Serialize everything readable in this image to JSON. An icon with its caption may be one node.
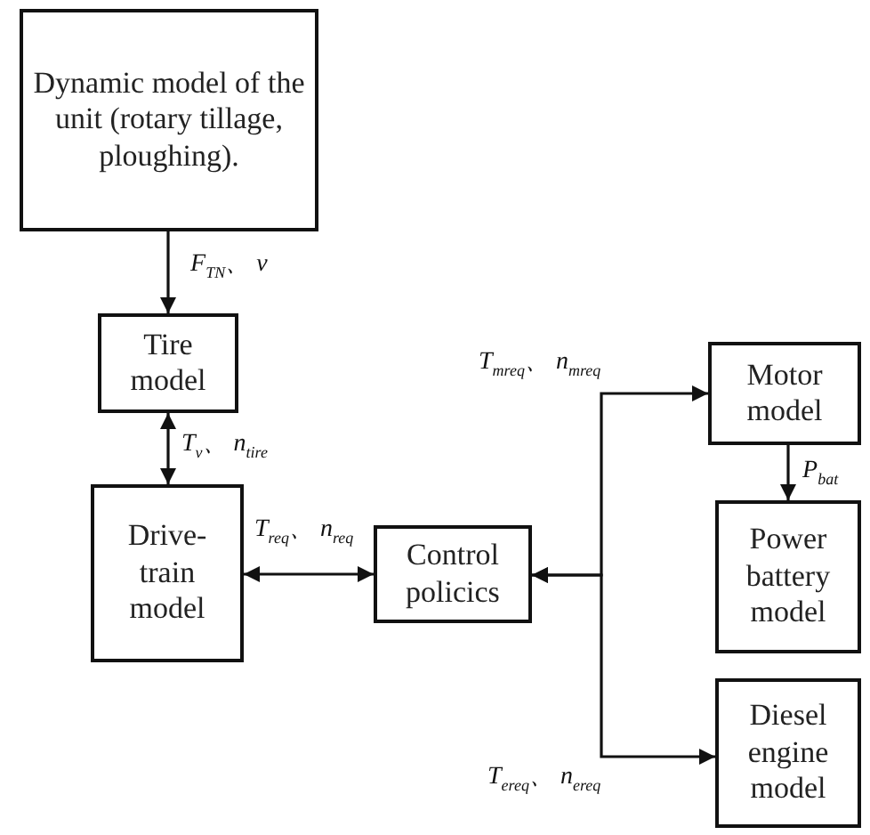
{
  "diagram": {
    "nodes": [
      {
        "text": [
          "Dynamic model of the unit (rotary tillage, ploughing)."
        ]
      },
      {
        "text": [
          "Tire model"
        ]
      },
      {
        "text": [
          "Drive-train model"
        ]
      },
      {
        "text": [
          "Control policics"
        ]
      },
      {
        "text": [
          "Motor model"
        ]
      },
      {
        "text": [
          "Power battery model"
        ]
      },
      {
        "text": [
          "Diesel engine model"
        ]
      }
    ],
    "edges": [
      {
        "from": 0,
        "to": 1,
        "arrow": "to",
        "label": "F$_{TN}$、 v"
      },
      {
        "from": 1,
        "to": 2,
        "arrow": "both",
        "label": "T$_{v}$、 n$_{tire}$"
      },
      {
        "from": 2,
        "to": 3,
        "arrow": "both",
        "label": "T$_{req}$、 n$_{req}$"
      },
      {
        "from": 3,
        "to": 4,
        "arrow": "both",
        "label": "T$_{mreq}$、 n$_{mreq}$"
      },
      {
        "from": 3,
        "to": 6,
        "arrow": "both",
        "label": "T$_{ereq}$、 n$_{ereq}$"
      },
      {
        "from": 4,
        "to": 5,
        "arrow": "to",
        "label": "P$_{bat}$"
      }
    ]
  }
}
